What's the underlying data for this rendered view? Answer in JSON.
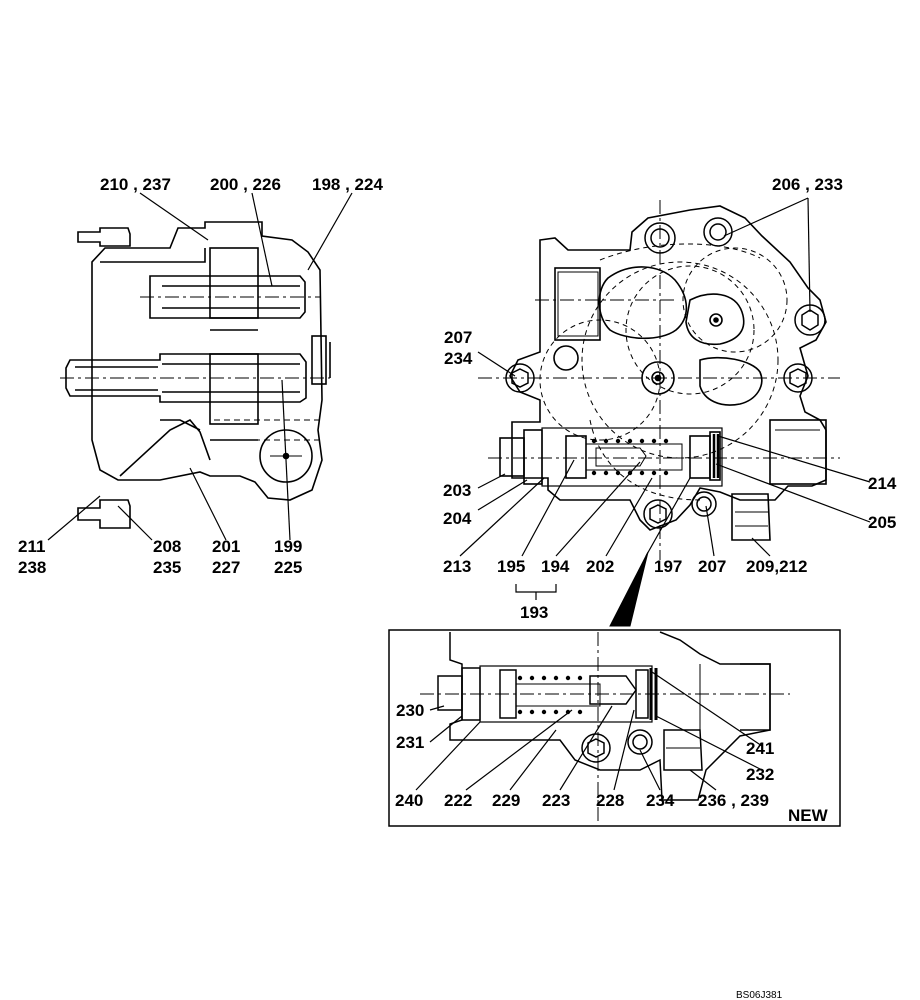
{
  "left_view": {
    "labels": {
      "l210_237": "210 , 237",
      "l200_226": "200 , 226",
      "l198_224": "198 , 224",
      "l211": "211",
      "l238": "238",
      "l208": "208",
      "l235": "235",
      "l201": "201",
      "l227": "227",
      "l199": "199",
      "l225": "225"
    }
  },
  "right_view": {
    "labels": {
      "l206_233": "206 , 233",
      "l207a": "207",
      "l234a": "234",
      "l203": "203",
      "l204": "204",
      "l214": "214",
      "l205": "205",
      "l213": "213",
      "l195": "195",
      "l194": "194",
      "l202": "202",
      "l197": "197",
      "l207b": "207",
      "l209_212": "209,212",
      "l193": "193"
    }
  },
  "inset": {
    "labels": {
      "l230": "230",
      "l231": "231",
      "l241": "241",
      "l232": "232",
      "l240": "240",
      "l222": "222",
      "l229": "229",
      "l223": "223",
      "l228": "228",
      "l234": "234",
      "l236_239": "236 , 239"
    },
    "badge": "NEW"
  },
  "drawing_code": "BS06J381"
}
